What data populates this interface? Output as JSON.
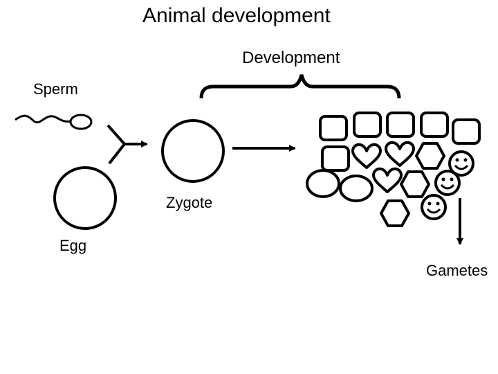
{
  "title": "Animal development",
  "labels": {
    "development": "Development",
    "sperm": "Sperm",
    "zygote": "Zygote",
    "egg": "Egg",
    "gametes": "Gametes"
  },
  "colors": {
    "stroke": "#000000",
    "background": "#ffffff"
  },
  "cell_shapes": [
    "rounded-square",
    "heart",
    "hexagon",
    "smiley-circle",
    "ellipse"
  ]
}
